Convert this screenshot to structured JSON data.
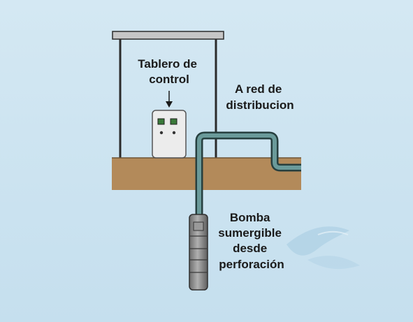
{
  "labels": {
    "control_panel": [
      "Tablero de",
      "control"
    ],
    "distribution": [
      "A red de",
      "distribucion"
    ],
    "pump": [
      "Bomba",
      "sumergible",
      "desde",
      "perforación"
    ]
  },
  "colors": {
    "background_top": "#d4e8f3",
    "background_bottom": "#c5dfee",
    "ground": "#b38a5a",
    "ground_line": "#6e5535",
    "roof": "#c6c6c6",
    "frame": "#2b2b2b",
    "panel_body": "#ececec",
    "panel_indicator": "#3a7a3a",
    "pipe": "#6a9a9a",
    "pipe_outline": "#263f3f",
    "pump_body": "#8a8a8a"
  }
}
